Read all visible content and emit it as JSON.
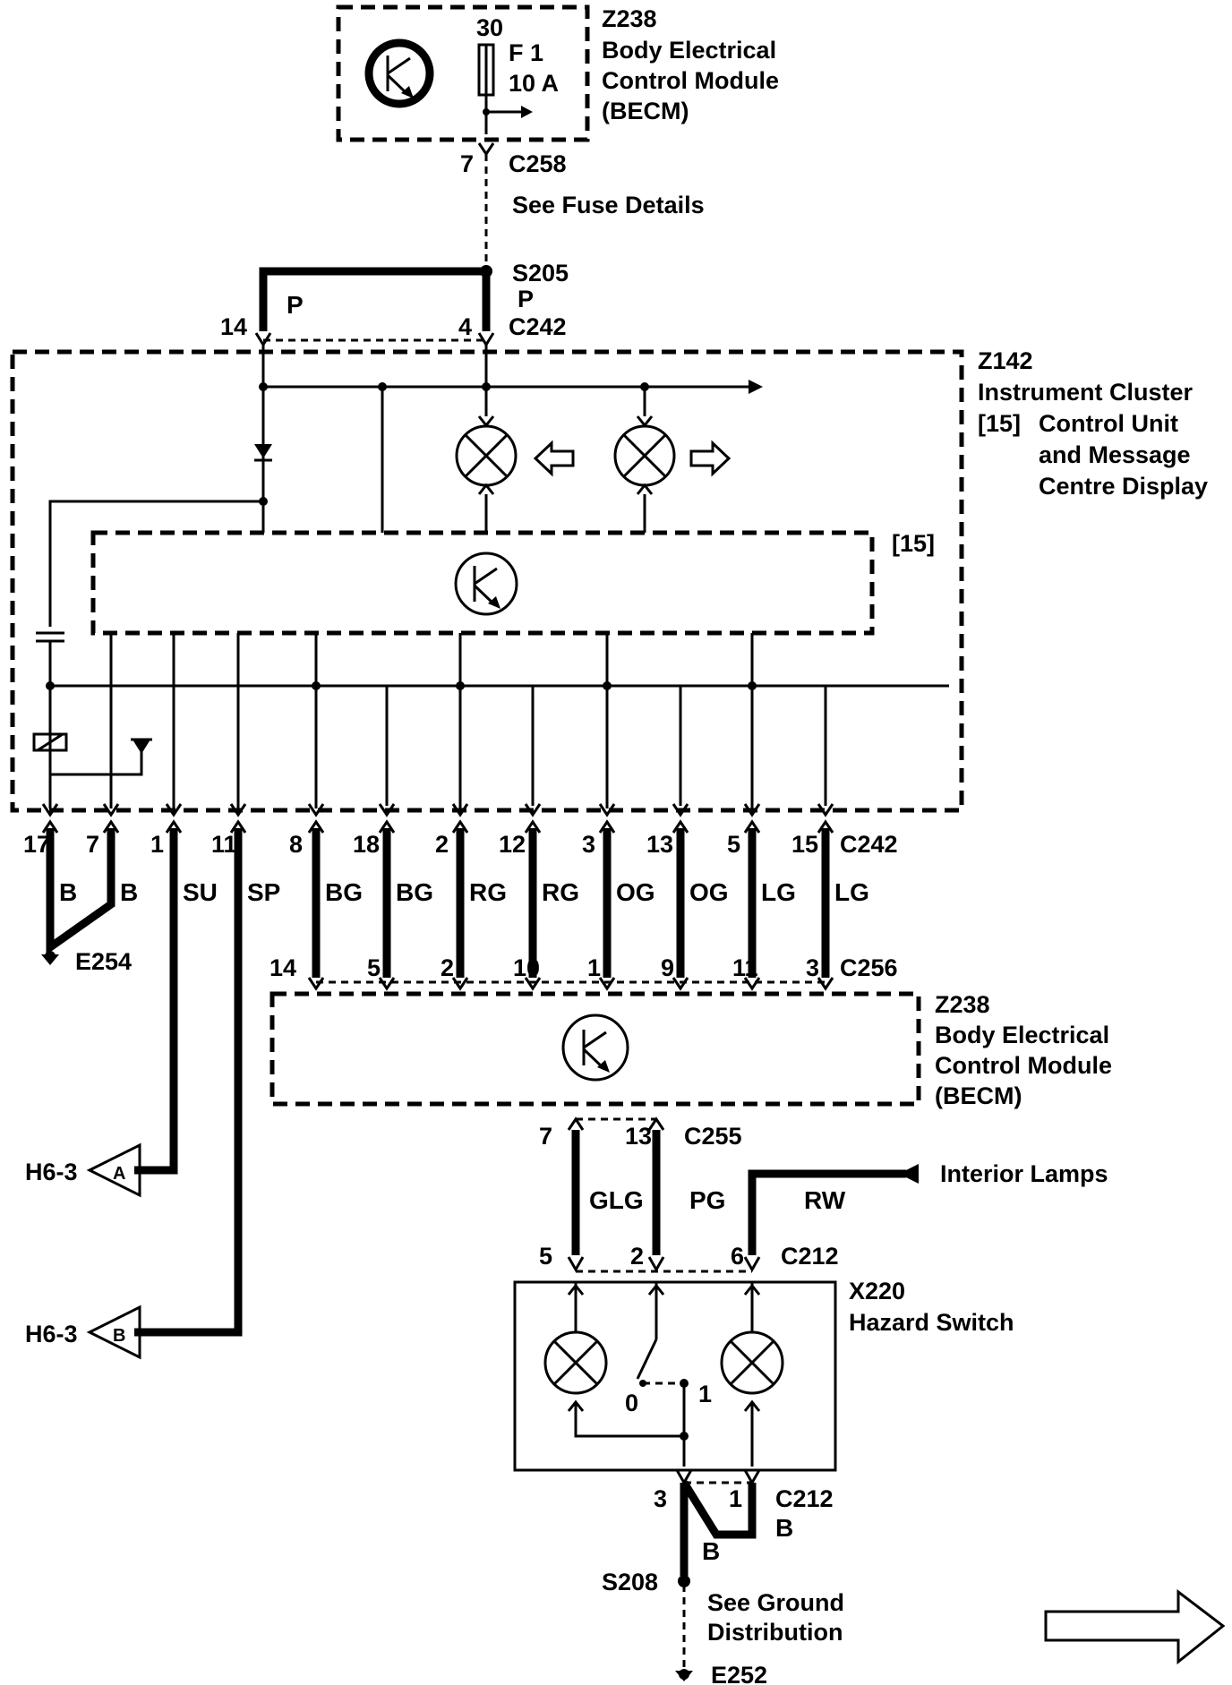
{
  "colors": {
    "ink": "#000000",
    "paper": "#ffffff"
  },
  "becm_top": {
    "id": "Z238",
    "name_lines": [
      "Body Electrical",
      "Control Module",
      "(BECM)"
    ],
    "fuse_pin": "30",
    "fuse_name": "F 1",
    "fuse_rating": "10 A",
    "icon": "transistor-icon"
  },
  "c258": {
    "pin": "7",
    "connector": "C258",
    "note": "See Fuse Details"
  },
  "s205": {
    "splice": "S205",
    "wire": "P"
  },
  "feed_wire": "P",
  "c242_top": {
    "pin_left": "14",
    "pin_right": "4",
    "connector": "C242"
  },
  "cluster": {
    "id": "Z142",
    "name_line1": "Instrument Cluster",
    "ref": "[15]",
    "name_lines": [
      "Control Unit",
      "and Message",
      "Centre Display"
    ],
    "sub_ref": "[15]",
    "icons": [
      "lamp-left-indicator-icon",
      "lamp-right-indicator-icon",
      "arrow-left-icon",
      "arrow-right-icon",
      "transistor-icon",
      "diode-icon",
      "capacitor-icon",
      "relay-coil-icon",
      "speaker-icon"
    ]
  },
  "c242_bottom": {
    "connector": "C242",
    "pins": [
      "17",
      "7",
      "1",
      "11",
      "8",
      "18",
      "2",
      "12",
      "3",
      "13",
      "5",
      "15"
    ],
    "wires": [
      "B",
      "B",
      "SU",
      "SP",
      "BG",
      "BG",
      "RG",
      "RG",
      "OG",
      "OG",
      "LG",
      "LG"
    ]
  },
  "ground_e254": "E254",
  "c256": {
    "connector": "C256",
    "pins": [
      "14",
      "5",
      "2",
      "10",
      "1",
      "9",
      "11",
      "3"
    ]
  },
  "becm_mid": {
    "id": "Z238",
    "name_lines": [
      "Body Electrical",
      "Control Module",
      "(BECM)"
    ],
    "icon": "transistor-icon"
  },
  "offpage": [
    {
      "ref": "H6-3",
      "letter": "A"
    },
    {
      "ref": "H6-3",
      "letter": "B"
    }
  ],
  "c255": {
    "connector": "C255",
    "pins": [
      "7",
      "13"
    ],
    "wires": [
      "GLG",
      "PG"
    ]
  },
  "interior": {
    "label": "Interior Lamps",
    "wire": "RW"
  },
  "c212_top": {
    "connector": "C212",
    "pins": [
      "5",
      "2",
      "6"
    ]
  },
  "hazard": {
    "id": "X220",
    "name": "Hazard Switch",
    "switch_off": "0",
    "switch_on": "1"
  },
  "c212_bottom": {
    "pins": [
      "3",
      "1"
    ],
    "connector": "C212",
    "wire_left": "B",
    "wire_right": "B"
  },
  "s208": {
    "splice": "S208",
    "note_lines": [
      "See Ground",
      "Distribution"
    ]
  },
  "ground_e252": "E252"
}
